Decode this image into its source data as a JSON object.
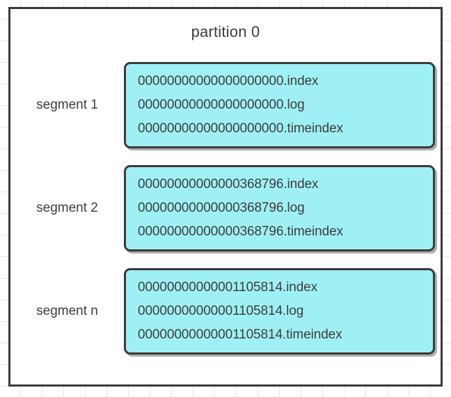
{
  "diagram": {
    "title": "partition 0",
    "background": {
      "grid": true,
      "grid_color": "#e8e8e8",
      "page_color": "#ffffff"
    },
    "colors": {
      "frame_border": "#3a3a3a",
      "segment_fill": "#9ff0f5",
      "segment_border": "#3a3a3a",
      "text": "#3d3d3d"
    },
    "segments": [
      {
        "label": "segment 1",
        "base_offset": "00000000000000000000",
        "files": [
          "00000000000000000000.index",
          "00000000000000000000.log",
          "00000000000000000000.timeindex"
        ]
      },
      {
        "label": "segment 2",
        "base_offset": "00000000000000368796",
        "files": [
          "00000000000000368796.index",
          "00000000000000368796.log",
          "00000000000000368796.timeindex"
        ]
      },
      {
        "label": "segment n",
        "base_offset": "00000000000001105814",
        "files": [
          "00000000000001105814.index",
          "00000000000001105814.log",
          "00000000000001105814.timeindex"
        ]
      }
    ]
  }
}
